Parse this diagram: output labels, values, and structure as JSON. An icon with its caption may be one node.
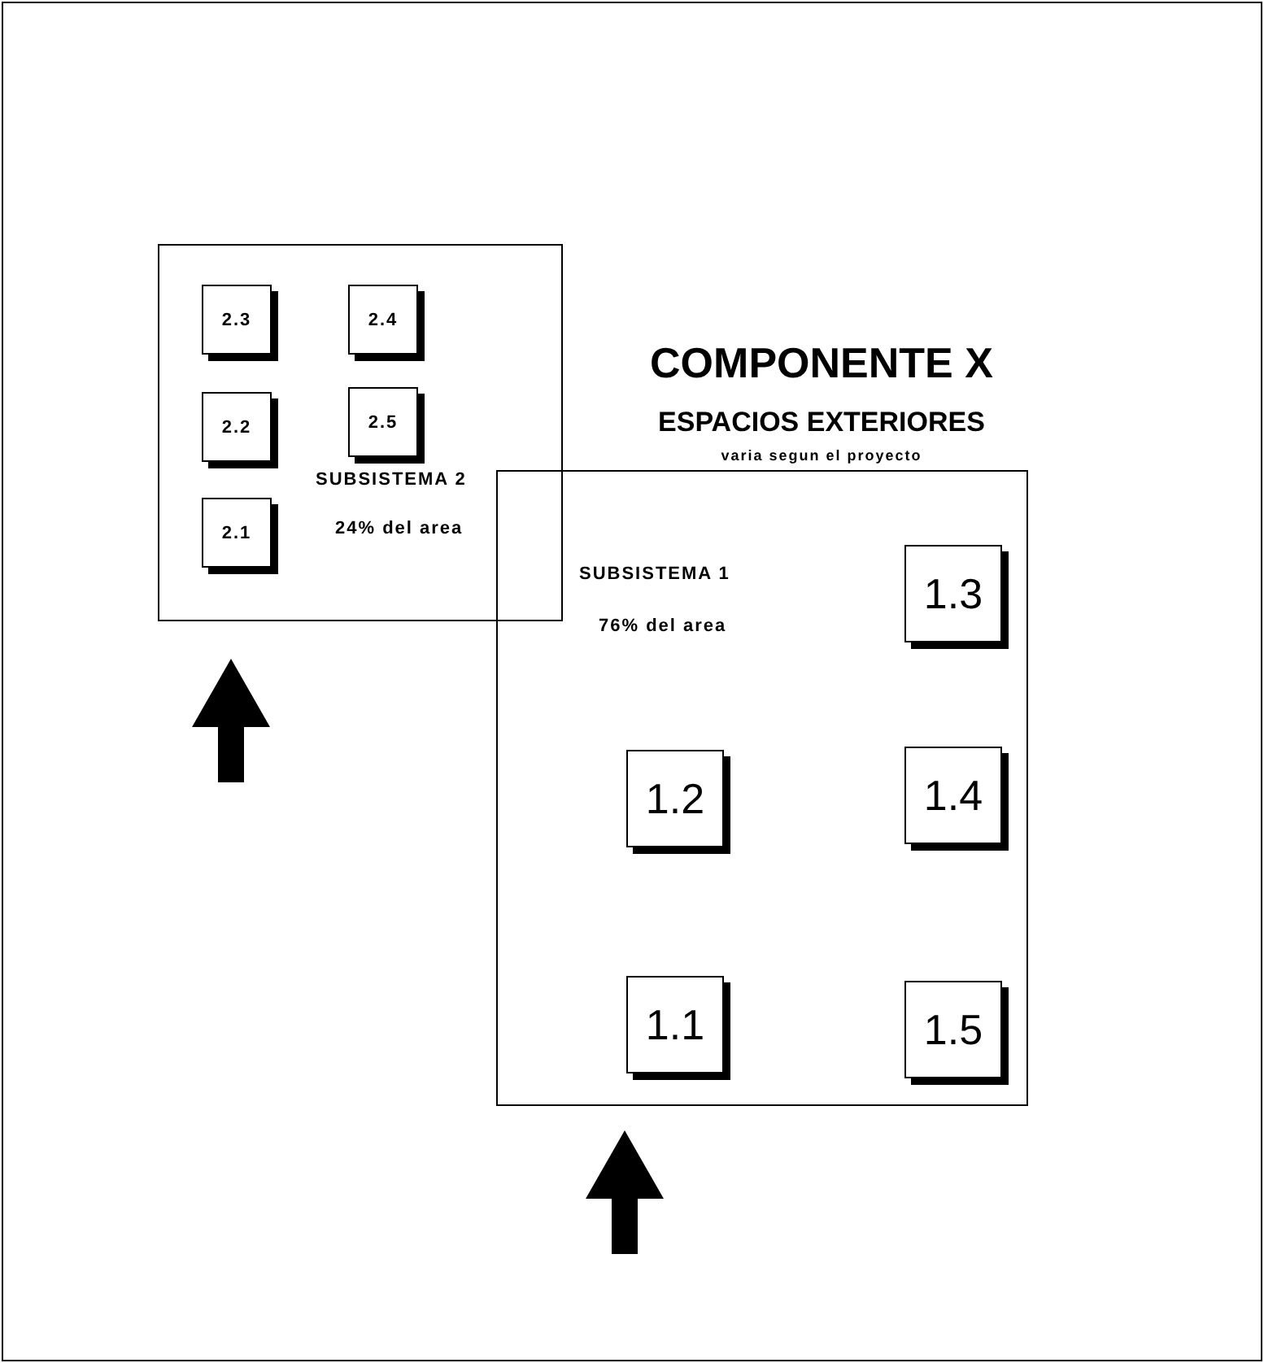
{
  "diagram": {
    "title": "COMPONENTE X",
    "nodes": [
      {
        "text": [
          "SUBSISTEMA 2",
          "24% del area"
        ]
      },
      {
        "text": [
          "2.3"
        ],
        "in": 0
      },
      {
        "text": [
          "2.4"
        ],
        "in": 0
      },
      {
        "text": [
          "2.2"
        ],
        "in": 0
      },
      {
        "text": [
          "2.5"
        ],
        "in": 0
      },
      {
        "text": [
          "2.1"
        ],
        "in": 0
      },
      {
        "text": [
          "SUBSISTEMA 1",
          "76% del area"
        ]
      },
      {
        "text": [
          "1.3"
        ],
        "in": 6
      },
      {
        "text": [
          "1.2"
        ],
        "in": 6
      },
      {
        "text": [
          "1.4"
        ],
        "in": 6
      },
      {
        "text": [
          "1.1"
        ],
        "in": 6
      },
      {
        "text": [
          "1.5"
        ],
        "in": 6
      }
    ],
    "labels": [
      "ESPACIOS EXTERIORES",
      "varia segun el proyecto"
    ]
  }
}
